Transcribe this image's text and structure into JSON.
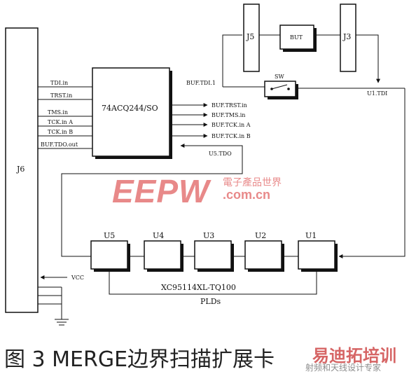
{
  "blocks": {
    "j6": "J6",
    "chip": "74ACQ244/SO",
    "j5": "J5",
    "but": "BUT",
    "j3": "J3",
    "sw": "SW",
    "u1": "U1",
    "u2": "U2",
    "u3": "U3",
    "u4": "U4",
    "u5": "U5"
  },
  "signals": {
    "tdi_in": "TDI.in",
    "trst_in": "TRST.in",
    "tms_in": "TMS.in",
    "tck_in_a": "TCK.in A",
    "tck_in_b": "TCK.in B",
    "buf_tdo_out": "BUF.TDO.out",
    "buf_tdi": "BUF.TDI.1",
    "buf_trst_in": "BUF.TRST.in",
    "buf_tms_in": "BUF.TMS.in",
    "buf_tck_in_a": "BUF.TCK.in A",
    "buf_tck_in_b": "BUF.TCK.in B",
    "u5_tdo": "U5.TDO",
    "u1_tdi": "U1.TDI",
    "vcc": "VCC"
  },
  "plds": {
    "part": "XC95114XL-TQ100",
    "label": "PLDs"
  },
  "caption": "图 3 MERGE边界扫描扩展卡",
  "watermarks": {
    "eepw": "EEPW",
    "eepw_cn": "電子產品世界",
    "eepw_url": ".com.cn",
    "site_main": "易迪拓培训",
    "site_sub": "射频和天线设计专家"
  }
}
